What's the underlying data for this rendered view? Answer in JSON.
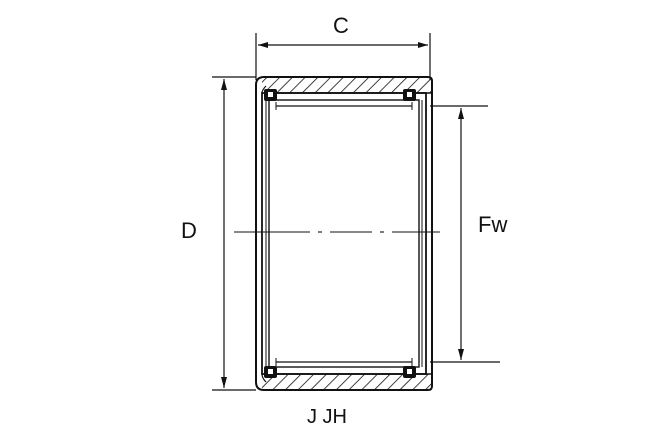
{
  "labels": {
    "width": "C",
    "outer_diameter": "D",
    "bore_diameter": "Fw",
    "series": "J JH"
  },
  "colors": {
    "line": "#111111",
    "background": "#ffffff"
  }
}
